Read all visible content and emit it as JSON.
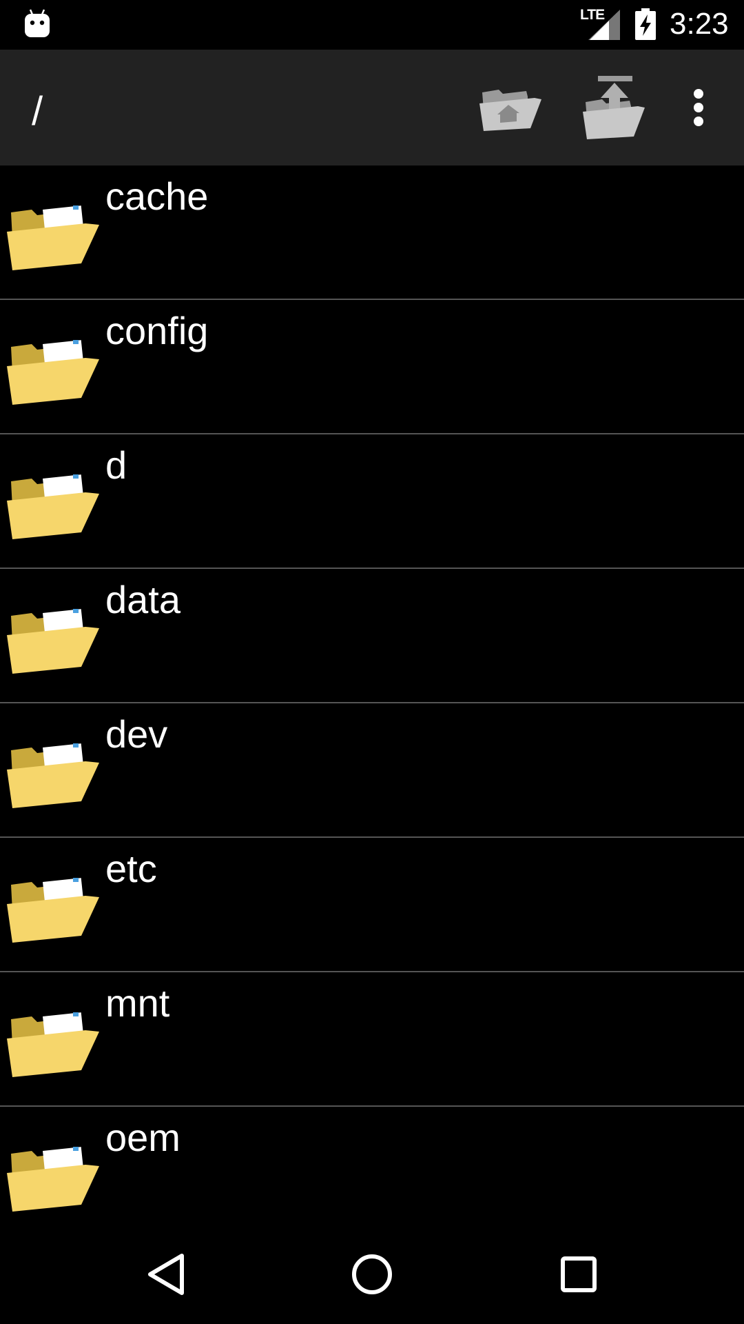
{
  "status_bar": {
    "network": "LTE",
    "time": "3:23"
  },
  "action_bar": {
    "path": "/",
    "icons": [
      "folder-home-icon",
      "folder-up-icon",
      "overflow-menu-icon"
    ]
  },
  "files": [
    {
      "name": "cache"
    },
    {
      "name": "config"
    },
    {
      "name": "d"
    },
    {
      "name": "data"
    },
    {
      "name": "dev"
    },
    {
      "name": "etc"
    },
    {
      "name": "mnt"
    },
    {
      "name": "oem"
    }
  ],
  "colors": {
    "background": "#000000",
    "action_bar": "#222222",
    "folder_yellow": "#f6d66b",
    "divider": "#555555"
  }
}
